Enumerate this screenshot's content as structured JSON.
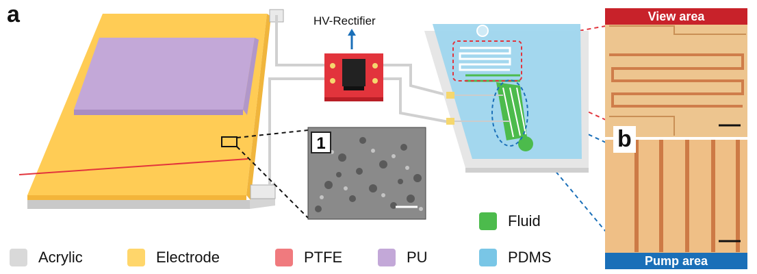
{
  "panels": {
    "a": "a",
    "b": "b"
  },
  "rectifier_label": "HV-Rectifier",
  "inset_number": "1",
  "micrograph_labels": {
    "top": "View area",
    "bottom": "Pump area"
  },
  "legend": [
    {
      "label": "Acrylic",
      "color": "#d9d9d9"
    },
    {
      "label": "Electrode",
      "color": "#ffd66b"
    },
    {
      "label": "PTFE",
      "color": "#f07a7e"
    },
    {
      "label": "PU",
      "color": "#c3a8d8"
    },
    {
      "label": "PDMS",
      "color": "#79c6e6"
    },
    {
      "label": "Fluid",
      "color": "#4cbb4c"
    }
  ],
  "colors": {
    "acrylic": "#d9d9d9",
    "electrode": "#ffd66b",
    "ptfe": "#e2343c",
    "pu": "#c3a8d8",
    "pdms": "#79c6e6",
    "fluid": "#4cbb4c",
    "view_red": "#c8222a",
    "pump_blue": "#1a6fb8"
  }
}
